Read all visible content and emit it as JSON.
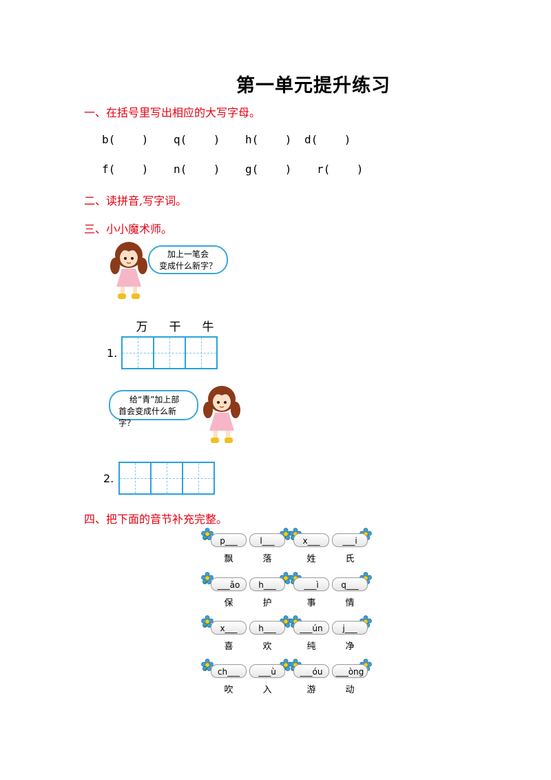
{
  "title": "第一单元提升练习",
  "sections": {
    "s1": "一、在括号里写出相应的大写字母。",
    "s2": "二、读拼音,写字词。",
    "s3": "三、小小魔术师。",
    "s4": "四、把下面的音节补充完整。"
  },
  "letters_row1": [
    "b(    )",
    "q(    )",
    "h(    )",
    "d(    )"
  ],
  "letters_row2": [
    "f(    )",
    "n(    )",
    "g(    )",
    "r(    )"
  ],
  "bubble1": [
    "加上一笔会",
    "变成什么新字？"
  ],
  "bubble2": [
    "给“青”加上部",
    "首会变成什么新字？"
  ],
  "magic_chars": [
    "万",
    "干",
    "牛"
  ],
  "q1_label": "1.",
  "q2_label": "2.",
  "pinyin_rows": [
    {
      "pills": [
        "p___",
        "l___",
        "x___",
        "___i"
      ],
      "chars": [
        "飘",
        "落",
        "姓",
        "氏"
      ]
    },
    {
      "pills": [
        "___ǎo",
        "h___",
        "___ì",
        "q___"
      ],
      "chars": [
        "保",
        "护",
        "事",
        "情"
      ]
    },
    {
      "pills": [
        "x___",
        "h___",
        "___ún",
        "j___"
      ],
      "chars": [
        "喜",
        "欢",
        "纯",
        "净"
      ]
    },
    {
      "pills": [
        "ch___",
        "___ù",
        "___óu",
        "___òng"
      ],
      "chars": [
        "吹",
        "入",
        "游",
        "动"
      ]
    }
  ]
}
